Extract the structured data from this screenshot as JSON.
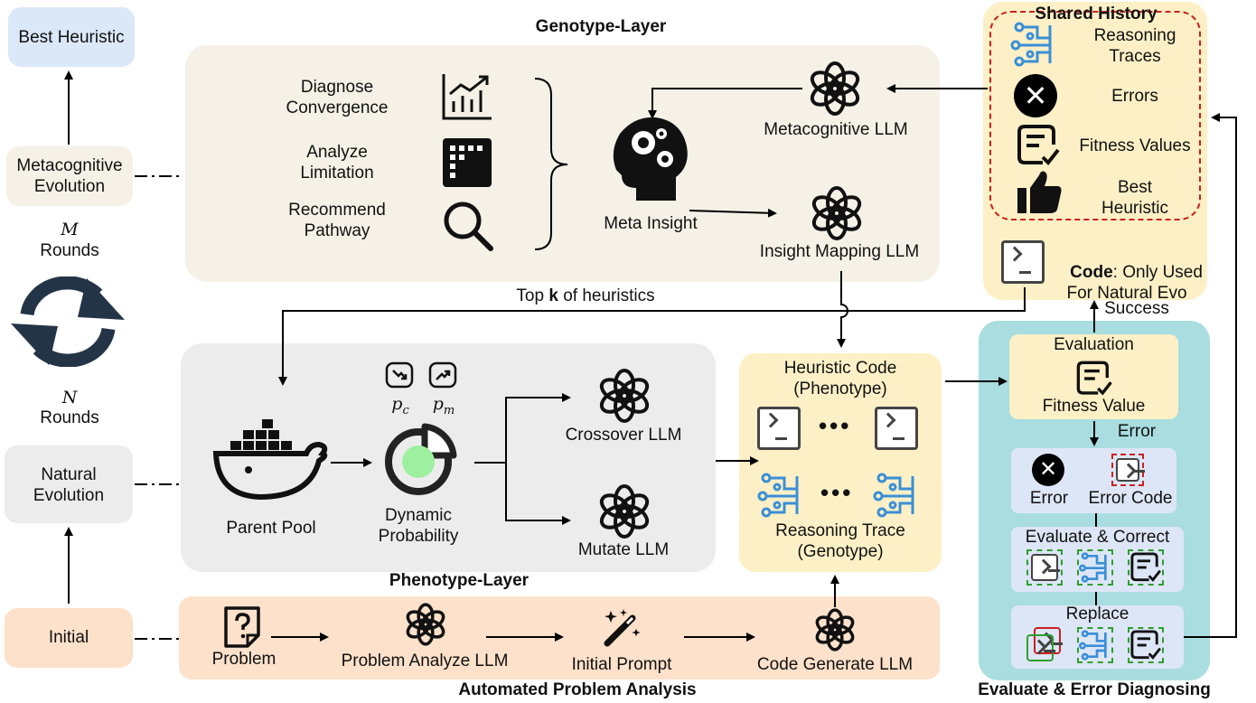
{
  "left_column": {
    "best_heuristic": "Best Heuristic",
    "metacognitive_evolution": "Metacognitive\nEvolution",
    "m_var": "M",
    "m_rounds": "Rounds",
    "n_var": "N",
    "n_rounds": "Rounds",
    "natural_evolution": "Natural\nEvolution",
    "initial": "Initial"
  },
  "genotype_layer": {
    "title": "Genotype-Layer",
    "diagnose": "Diagnose\nConvergence",
    "analyze": "Analyze\nLimitation",
    "recommend": "Recommend\nPathway",
    "meta_insight": "Meta Insight",
    "metacognitive_llm": "Metacognitive LLM",
    "insight_mapping_llm": "Insight Mapping LLM"
  },
  "top_k": {
    "prefix": "Top ",
    "k": "k",
    "suffix": " of heuristics"
  },
  "phenotype_layer": {
    "title": "Phenotype-Layer",
    "parent_pool": "Parent Pool",
    "pc": "p",
    "pc_sub": "c",
    "pm": "p",
    "pm_sub": "m",
    "dynamic_probability": "Dynamic\nProbability",
    "crossover_llm": "Crossover LLM",
    "mutate_llm": "Mutate LLM"
  },
  "code_box": {
    "heuristic_code": "Heuristic Code\n(Phenotype)",
    "reasoning_trace": "Reasoning Trace\n(Genotype)",
    "dots": "•••"
  },
  "automated": {
    "title": "Automated Problem Analysis",
    "problem": "Problem",
    "problem_analyze_llm": "Problem Analyze LLM",
    "initial_prompt": "Initial Prompt",
    "code_generate_llm": "Code Generate LLM"
  },
  "shared_history": {
    "title": "Shared History",
    "reasoning_traces": "Reasoning\nTraces",
    "errors": "Errors",
    "fitness_values": "Fitness Values",
    "best_heuristic": "Best\nHeuristic",
    "code_bold": "Code",
    "code_rest": ": Only Used\nFor Natural Evo"
  },
  "evaluate": {
    "title": "Evaluate & Error Diagnosing",
    "success": "Success",
    "evaluation": "Evaluation",
    "fitness_value": "Fitness Value",
    "error_label": "Error",
    "error": "Error",
    "error_code": "Error Code",
    "evaluate_correct": "Evaluate & Correct",
    "replace": "Replace"
  },
  "colors": {
    "best_heuristic_bg": "#dbe8f8",
    "meta_bg": "#f5f1e6",
    "genotype_bg": "#f5f1e6",
    "phenotype_bg": "#ececec",
    "natural_bg": "#ececec",
    "initial_bg": "#fde1cb",
    "automated_bg": "#fde1cb",
    "code_box_bg": "#fdf0c6",
    "shared_bg": "#fdf0c6",
    "dashed_red": "#cc1f1f",
    "evaluate_bg": "#a9dde0",
    "inner_blue": "#dde6f7",
    "trace_blue": "#3a8fd6",
    "green_dash": "#2e9e2e",
    "green_fill": "#9ef0a0"
  }
}
